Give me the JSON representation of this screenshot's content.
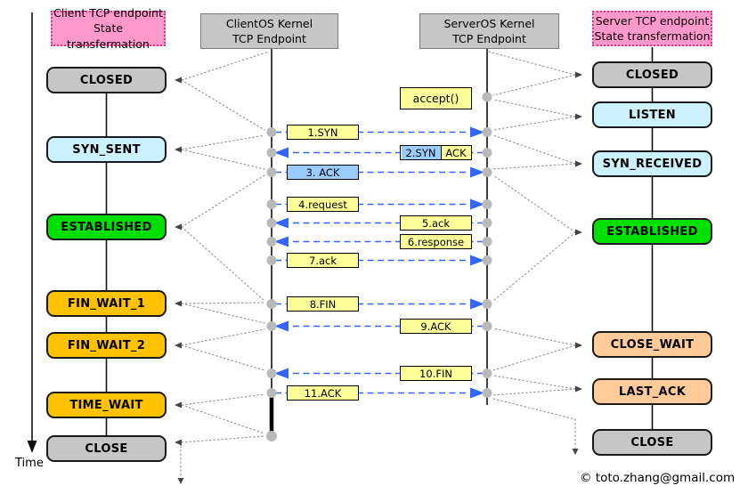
{
  "headers": {
    "client_state": {
      "line1": "Client TCP endpoint",
      "line2": "State transfermation"
    },
    "client_kernel": {
      "line1": "ClientOS Kernel",
      "line2": "TCP Endpoint"
    },
    "server_kernel": {
      "line1": "ServerOS Kernel",
      "line2": "TCP Endpoint"
    },
    "server_state": {
      "line1": "Server TCP endpoint",
      "line2": "State transfermation"
    }
  },
  "client_states": [
    {
      "label": "CLOSED",
      "color": "#c6c6c6"
    },
    {
      "label": "SYN_SENT",
      "color": "#ccf2ff"
    },
    {
      "label": "ESTABLISHED",
      "color": "#00e000"
    },
    {
      "label": "FIN_WAIT_1",
      "color": "#ffc200"
    },
    {
      "label": "FIN_WAIT_2",
      "color": "#ffc200"
    },
    {
      "label": "TIME_WAIT",
      "color": "#ffc200"
    },
    {
      "label": "CLOSE",
      "color": "#c6c6c6"
    }
  ],
  "server_states": [
    {
      "label": "CLOSED",
      "color": "#c6c6c6"
    },
    {
      "label": "LISTEN",
      "color": "#ccf2ff"
    },
    {
      "label": "SYN_RECEIVED",
      "color": "#ccf2ff"
    },
    {
      "label": "ESTABLISHED",
      "color": "#00e000"
    },
    {
      "label": "CLOSE_WAIT",
      "color": "#ffcc99"
    },
    {
      "label": "LAST_ACK",
      "color": "#ffcc99"
    },
    {
      "label": "CLOSE",
      "color": "#c6c6c6"
    }
  ],
  "accept_call": {
    "label": "accept()"
  },
  "messages": [
    {
      "label": "1.SYN",
      "direction": "right",
      "style": "yellow"
    },
    {
      "label": "2.SYN",
      "label2": "ACK",
      "direction": "left",
      "style": "split-blue-yellow"
    },
    {
      "label": "3. ACK",
      "direction": "right",
      "style": "blue"
    },
    {
      "label": "4.request",
      "direction": "right",
      "style": "yellow"
    },
    {
      "label": "5.ack",
      "direction": "left",
      "style": "yellow"
    },
    {
      "label": "6.response",
      "direction": "left",
      "style": "yellow"
    },
    {
      "label": "7.ack",
      "direction": "right",
      "style": "yellow"
    },
    {
      "label": "8.FIN",
      "direction": "right",
      "style": "yellow"
    },
    {
      "label": "9.ACK",
      "direction": "left",
      "style": "yellow"
    },
    {
      "label": "10.FIN",
      "direction": "left",
      "style": "yellow"
    },
    {
      "label": "11.ACK",
      "direction": "right",
      "style": "yellow"
    }
  ],
  "time_axis": {
    "label": "Time"
  },
  "footer": {
    "copyright": "© toto.zhang@gmail.com"
  },
  "colors": {
    "state_gray": "#c6c6c6",
    "state_cyan": "#ccf2ff",
    "state_green": "#00e000",
    "state_gold": "#ffc200",
    "state_peach": "#ffcc99",
    "header_pink": "#ff99cc",
    "msg_yellow": "#ffff99",
    "msg_blue": "#99ccff",
    "arrow_blue": "#3366ff",
    "event_dot_gray": "#b9b9b9"
  }
}
